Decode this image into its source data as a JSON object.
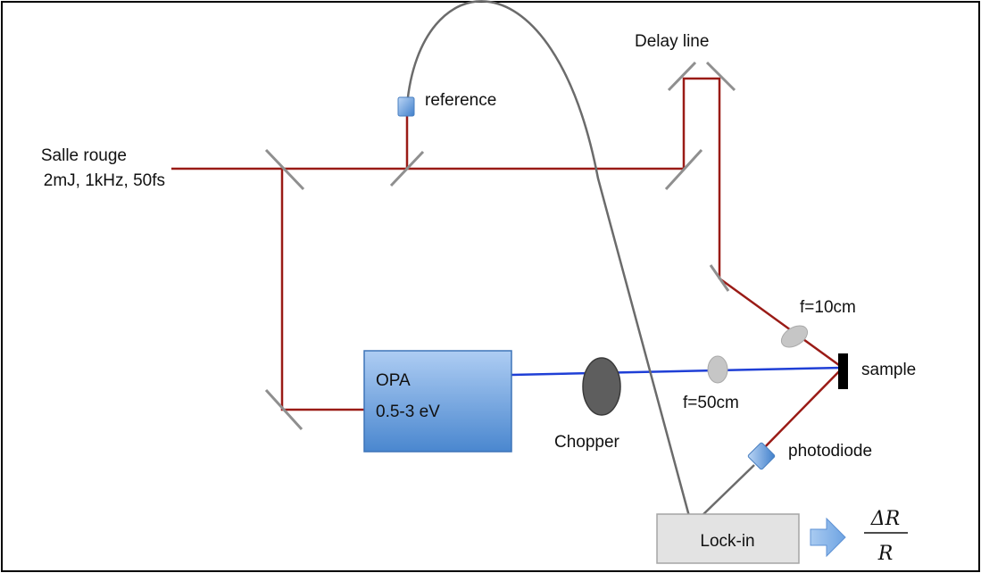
{
  "colors": {
    "pump_beam": "#9a1b16",
    "probe_beam": "#1f3fd6",
    "cable": "#6b6b6b",
    "mirror": "#8f8f8f",
    "opa_top": "#aecdf3",
    "opa_bottom": "#4a87cf",
    "chopper": "#5e5e5e",
    "lens": "#c6c6c6",
    "sample": "#000000",
    "lockin_fill": "#e3e3e3",
    "arrow_fill": "#8fb8ea"
  },
  "labels": {
    "source_line1": "Salle rouge",
    "source_line2": "2mJ, 1kHz, 50fs",
    "delay_line": "Delay line",
    "reference": "reference",
    "opa_line1": "OPA",
    "opa_line2": "0.5-3 eV",
    "chopper": "Chopper",
    "lens_probe": "f=50cm",
    "lens_pump": "f=10cm",
    "sample": "sample",
    "photodiode": "photodiode",
    "lockin": "Lock-in",
    "output_numerator": "ΔR",
    "output_denominator": "R"
  }
}
